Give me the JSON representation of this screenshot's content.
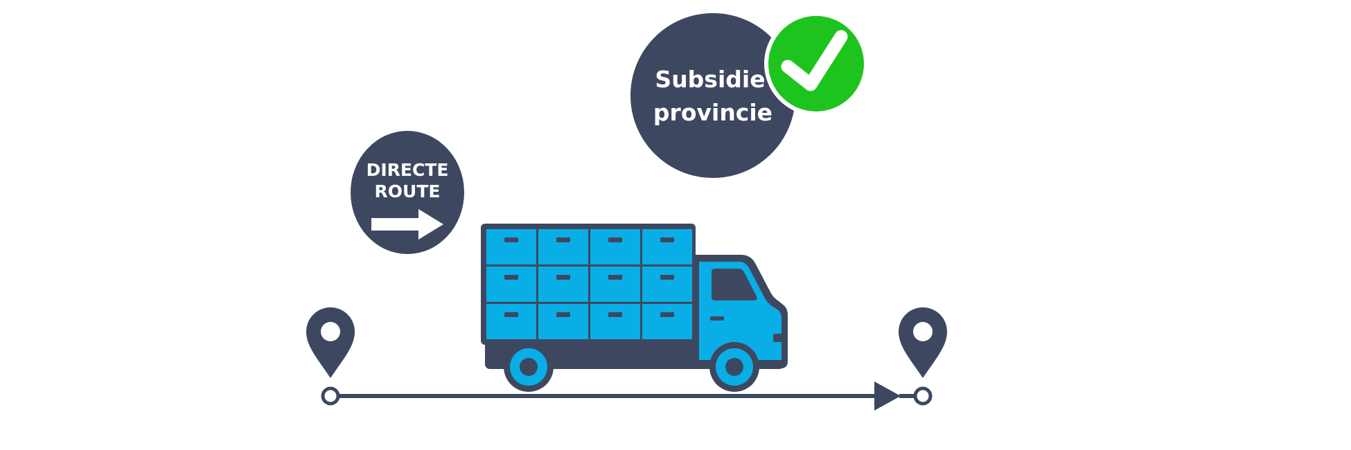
{
  "route_badge": {
    "line1": "DIRECTE",
    "line2": "ROUTE"
  },
  "subsidy_badge": {
    "line1": "Subsidie",
    "line2": "provincie"
  },
  "icons": {
    "route_arrow": "arrow-right-icon",
    "checkmark": "checkmark-icon",
    "start_pin": "location-pin-icon",
    "end_pin": "location-pin-icon",
    "truck": "truck-icon"
  },
  "colors": {
    "navy": "#3d4860",
    "truck_blue": "#0aaee6",
    "check_green": "#1ec41e",
    "background": "#ffffff"
  }
}
